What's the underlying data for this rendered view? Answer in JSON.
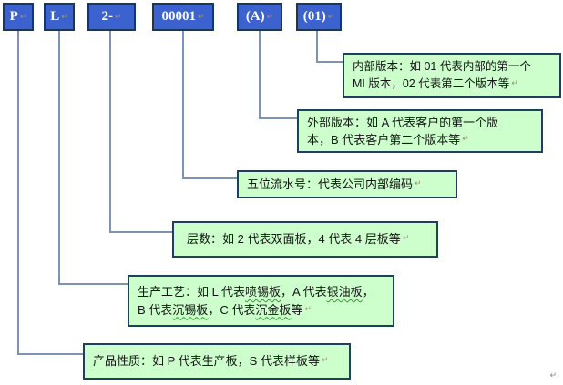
{
  "colors": {
    "code_box_fill": "#3b62cf",
    "code_box_border": "#17375e",
    "callout_fill": "#ccffcc",
    "callout_border": "#1f3f5f",
    "connector": "#7d93b2",
    "paragraph_mark": "#9b9178",
    "wavy_underline": "#2f9e2f"
  },
  "marks": {
    "paragraph": "↵",
    "corner": "↵"
  },
  "code_boxes": [
    {
      "label": "P"
    },
    {
      "label": "L"
    },
    {
      "label": "2-"
    },
    {
      "label": "00001"
    },
    {
      "label": "(A)"
    },
    {
      "label": "(01)"
    }
  ],
  "callouts": [
    {
      "name": "internal-version",
      "lines": [
        [
          {
            "t": "内部版本：如 01 代表内部的第一个"
          }
        ],
        [
          {
            "t": "MI 版本，02 代表第二个版本等"
          }
        ]
      ]
    },
    {
      "name": "external-version",
      "lines": [
        [
          {
            "t": "外部版本：如 A 代表客户的第一个版"
          }
        ],
        [
          {
            "t": "本，B 代表客户第二个版本等"
          }
        ]
      ]
    },
    {
      "name": "serial-number",
      "lines": [
        [
          {
            "t": "五位流水号：代表公司内部编码"
          }
        ]
      ]
    },
    {
      "name": "layer-count",
      "lines": [
        [
          {
            "t": "层数：如 2 代表双面板，4 代表 4 层板等"
          }
        ]
      ]
    },
    {
      "name": "production-process",
      "lines": [
        [
          {
            "t": "生产工艺：如 L 代表"
          },
          {
            "t": "喷锡板",
            "wavy": true
          },
          {
            "t": "，A 代表"
          },
          {
            "t": "银油板",
            "wavy": true
          },
          {
            "t": "，"
          }
        ],
        [
          {
            "t": "B 代表"
          },
          {
            "t": "沉锡板",
            "wavy": true
          },
          {
            "t": "，C 代表"
          },
          {
            "t": "沉金板",
            "wavy": true
          },
          {
            "t": "等"
          }
        ]
      ]
    },
    {
      "name": "product-nature",
      "lines": [
        [
          {
            "t": "产品性质：如 P 代表生产板，S 代表样板等"
          }
        ]
      ]
    }
  ]
}
